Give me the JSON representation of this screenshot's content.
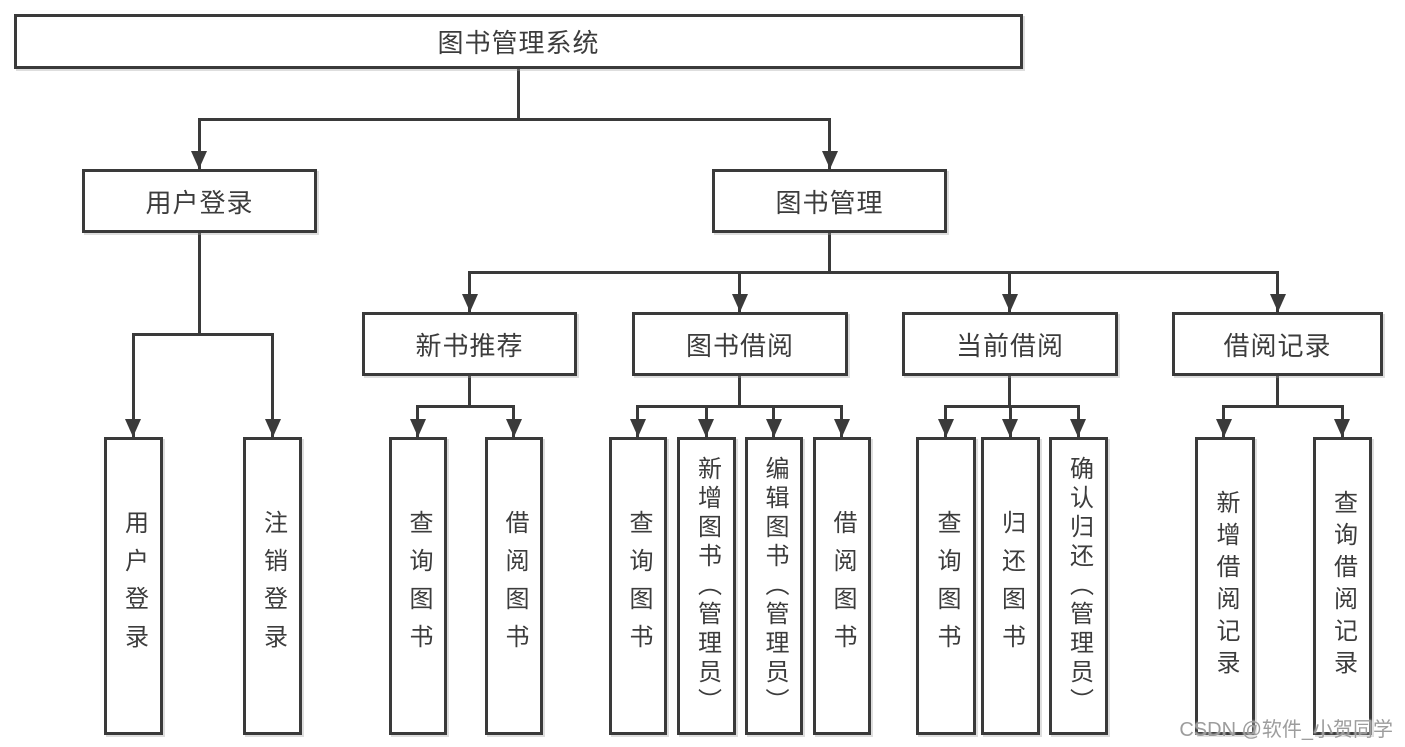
{
  "tree": {
    "label": "图书管理系统",
    "children": [
      {
        "label": "用户登录",
        "children": [
          {
            "label": "用户登录"
          },
          {
            "label": "注销登录"
          }
        ]
      },
      {
        "label": "图书管理",
        "children": [
          {
            "label": "新书推荐",
            "children": [
              {
                "label": "查询图书"
              },
              {
                "label": "借阅图书"
              }
            ]
          },
          {
            "label": "图书借阅",
            "children": [
              {
                "label": "查询图书"
              },
              {
                "label": "新增图书（管理员）"
              },
              {
                "label": "编辑图书（管理员）"
              },
              {
                "label": "借阅图书"
              }
            ]
          },
          {
            "label": "当前借阅",
            "children": [
              {
                "label": "查询图书"
              },
              {
                "label": "归还图书"
              },
              {
                "label": "确认归还（管理员）"
              }
            ]
          },
          {
            "label": "借阅记录",
            "children": [
              {
                "label": "新增借阅记录"
              },
              {
                "label": "查询借阅记录"
              }
            ]
          }
        ]
      }
    ]
  },
  "watermark": {
    "text": "CSDN @软件_小贺同学"
  },
  "colors": {
    "background": "#ffffff",
    "line": "#3a3a3a",
    "text": "#3c3c3c",
    "watermark": "#9d9d9d"
  }
}
